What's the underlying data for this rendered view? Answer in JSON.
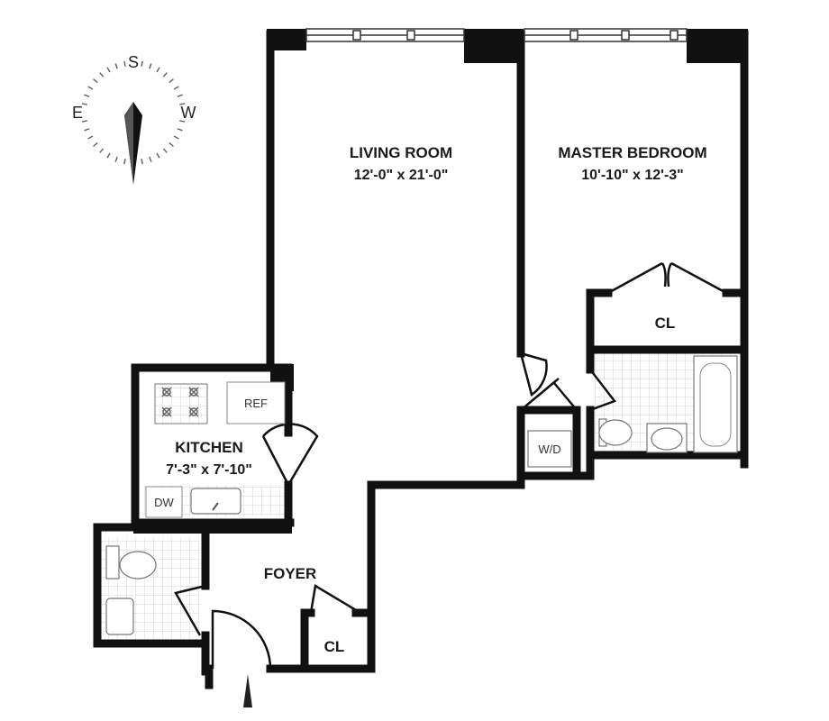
{
  "compass": {
    "top": "S",
    "left": "E",
    "right": "W"
  },
  "rooms": {
    "living_room": {
      "name": "LIVING ROOM",
      "dims": "12'-0\" x 21'-0\""
    },
    "master_bedroom": {
      "name": "MASTER BEDROOM",
      "dims": "10'-10\" x 12'-3\""
    },
    "kitchen": {
      "name": "KITCHEN",
      "dims": "7'-3\" x 7'-10\""
    },
    "foyer": {
      "name": "FOYER"
    },
    "bedroom_closet": {
      "name": "CL"
    },
    "foyer_closet": {
      "name": "CL"
    }
  },
  "fixtures": {
    "refrigerator": "REF",
    "dishwasher": "DW",
    "washer_dryer": "W/D"
  }
}
